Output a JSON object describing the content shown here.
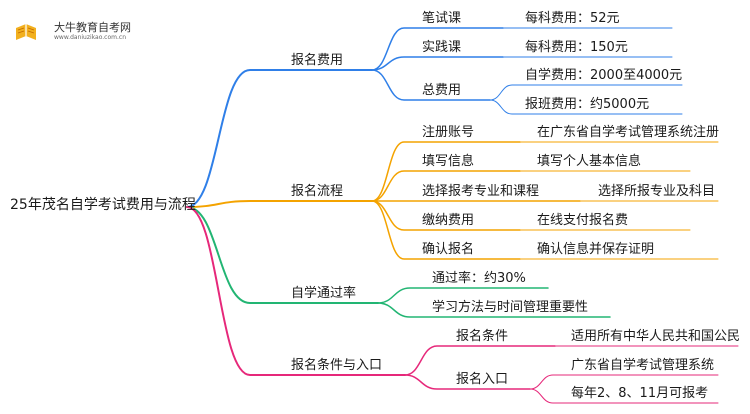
{
  "brand": {
    "name": "大牛教育自考网",
    "url": "www.daniuzikao.com.cn"
  },
  "root": "25年茂名自学考试费用与流程",
  "colors": {
    "fees": "#2f7fe8",
    "process": "#f4a300",
    "pass": "#22b573",
    "conditions": "#e6287a"
  },
  "branches": {
    "fees": {
      "label": "报名费用",
      "children": [
        {
          "label": "笔试课",
          "leaf": "每科费用：52元"
        },
        {
          "label": "实践课",
          "leaf": "每科费用：150元"
        },
        {
          "label": "总费用",
          "leaves": [
            "自学费用：2000至4000元",
            "报班费用：约5000元"
          ]
        }
      ]
    },
    "process": {
      "label": "报名流程",
      "children": [
        {
          "label": "注册账号",
          "leaf": "在广东省自学考试管理系统注册"
        },
        {
          "label": "填写信息",
          "leaf": "填写个人基本信息"
        },
        {
          "label": "选择报考专业和课程",
          "leaf": "选择所报专业及科目"
        },
        {
          "label": "缴纳费用",
          "leaf": "在线支付报名费"
        },
        {
          "label": "确认报名",
          "leaf": "确认信息并保存证明"
        }
      ]
    },
    "pass": {
      "label": "自学通过率",
      "children": [
        "通过率：约30%",
        "学习方法与时间管理重要性"
      ]
    },
    "conditions": {
      "label": "报名条件与入口",
      "children": [
        {
          "label": "报名条件",
          "leaf": "适用所有中华人民共和国公民"
        },
        {
          "label": "报名入口",
          "leaves": [
            "广东省自学考试管理系统",
            "每年2、8、11月可报考"
          ]
        }
      ]
    }
  }
}
